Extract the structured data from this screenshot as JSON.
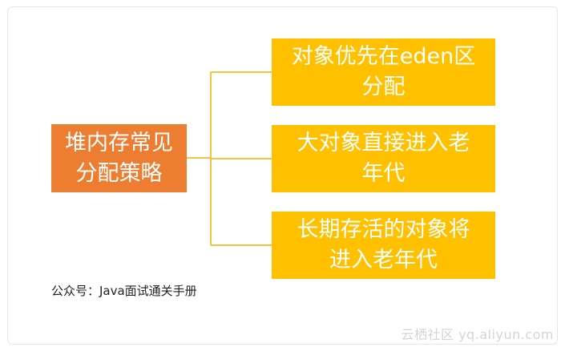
{
  "diagram": {
    "root": "堆内存常见\n分配策略",
    "children": [
      "对象优先在eden区\n分配",
      "大对象直接进入老\n年代",
      "长期存活的对象将\n进入老年代"
    ]
  },
  "caption": "公众号：Java面试通关手册",
  "watermark": "云栖社区 yq.aliyun.com",
  "colors": {
    "root_fill": "#ed7d31",
    "child_fill": "#ffc000",
    "connector": "#f5c242"
  }
}
